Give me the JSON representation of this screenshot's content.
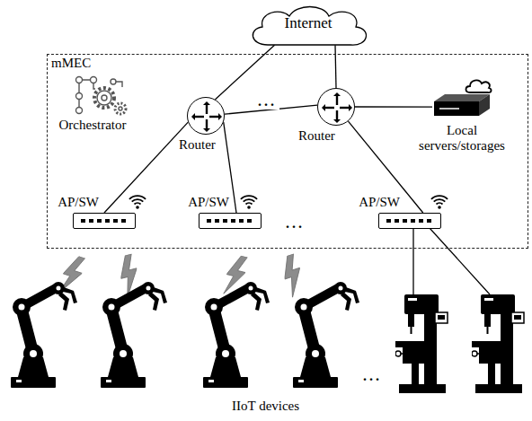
{
  "diagram": {
    "nodes": [
      {
        "text": [
          "Internet"
        ]
      },
      {
        "text": [
          "mMEC"
        ]
      },
      {
        "text": [
          "Orchestrator"
        ],
        "in": 1
      },
      {
        "text": [
          "Router"
        ],
        "in": 1
      },
      {
        "text": [
          "Router"
        ],
        "in": 1
      },
      {
        "text": [
          "Local servers/storages"
        ],
        "in": 1
      },
      {
        "text": [
          "AP/SW"
        ],
        "in": 1
      },
      {
        "text": [
          "AP/SW"
        ],
        "in": 1
      },
      {
        "text": [
          "AP/SW"
        ],
        "in": 1
      }
    ],
    "edges": [
      {
        "from": 0,
        "to": 3,
        "arrow": "none"
      },
      {
        "from": 0,
        "to": 4,
        "arrow": "none"
      },
      {
        "from": 3,
        "to": 4,
        "arrow": "none"
      },
      {
        "from": 4,
        "to": 5,
        "arrow": "none"
      },
      {
        "from": 3,
        "to": 6,
        "arrow": "none"
      },
      {
        "from": 3,
        "to": 7,
        "arrow": "none"
      },
      {
        "from": 4,
        "to": 8,
        "arrow": "none"
      }
    ],
    "labels": [
      "...",
      "...",
      "...",
      "IIoT devices"
    ]
  }
}
